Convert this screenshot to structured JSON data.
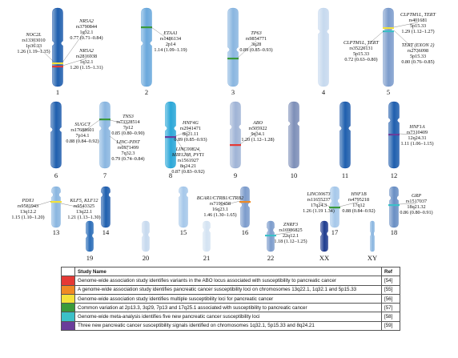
{
  "chromosomes": [
    {
      "num": "1",
      "color": "#1f5fae"
    },
    {
      "num": "2",
      "color": "#6aa8dc"
    },
    {
      "num": "3",
      "color": "#8ab6e0"
    },
    {
      "num": "4",
      "color": "#c6d9ee"
    },
    {
      "num": "5",
      "color": "#7c9ccc"
    },
    {
      "num": "6",
      "color": "#1f5fae"
    },
    {
      "num": "7",
      "color": "#8ab6e0"
    },
    {
      "num": "8",
      "color": "#2aa7d8"
    },
    {
      "num": "9",
      "color": "#a0b4d6"
    },
    {
      "num": "10",
      "color": "#7d8fb8"
    },
    {
      "num": "11",
      "color": "#1f5fae"
    },
    {
      "num": "12",
      "color": "#1f5fae"
    },
    {
      "num": "13",
      "color": "#8ab6e0"
    },
    {
      "num": "14",
      "color": "#1f5fae"
    },
    {
      "num": "15",
      "color": "#a6c8ea"
    },
    {
      "num": "16",
      "color": "#7c9ccc"
    },
    {
      "num": "17",
      "color": "#a6c8ea"
    },
    {
      "num": "18",
      "color": "#6a8fc4"
    },
    {
      "num": "19",
      "color": "#2b6db8"
    },
    {
      "num": "20",
      "color": "#c6d9ee"
    },
    {
      "num": "21",
      "color": "#d4e3f2"
    },
    {
      "num": "22",
      "color": "#7c9ccc"
    },
    {
      "num": "XX",
      "color": "#1f3c8f"
    },
    {
      "num": "XY",
      "color": "#8ab6e0"
    }
  ],
  "annotations": [
    {
      "id": "a1",
      "lines": [
        "NOC2L",
        "rs13303010",
        "1p36.33",
        "1.26 (1.19–1.35)"
      ]
    },
    {
      "id": "a2",
      "lines": [
        "NR5A2",
        "rs3790844",
        "1q32.1",
        "0.77 (0.71–0.84)"
      ]
    },
    {
      "id": "a3",
      "lines": [
        "NR5A2",
        "rs2816938",
        "1q32.1",
        "1.20 (1.15–1.31)"
      ]
    },
    {
      "id": "a4",
      "lines": [
        "ETAA1",
        "rs1486134",
        "2p14",
        "1.14 (1.09–1.19)"
      ]
    },
    {
      "id": "a5",
      "lines": [
        "TP63",
        "rs9854771",
        "3q28",
        "0.89 (0.85–0.93)"
      ]
    },
    {
      "id": "a6",
      "lines": [
        "CLPTM1L, TERT",
        "rs401681",
        "5p15.33",
        "1.29 (1.12–1.27)"
      ]
    },
    {
      "id": "a7",
      "lines": [
        "CLPTM1L, TERT",
        "rs35226131",
        "5p15.33",
        "0.72 (0.63–0.80)"
      ]
    },
    {
      "id": "a8",
      "lines": [
        "TERT (EXON 2)",
        "rs2736098",
        "5p15.33",
        "0.80 (0.76–0.85)"
      ]
    },
    {
      "id": "a9",
      "lines": [
        "SUGCT",
        "rs17688601",
        "7p14.1",
        "0.88 (0.84–0.92)"
      ]
    },
    {
      "id": "a10",
      "lines": [
        "TNS3",
        "rs73328514",
        "7p12",
        "0.85 (0.80–0.90)"
      ]
    },
    {
      "id": "a11",
      "lines": [
        "LINC-PINT",
        "rs6971499",
        "7q32.3",
        "0.79 (0.74–0.84)"
      ]
    },
    {
      "id": "a12",
      "lines": [
        "HNF4G",
        "rs2941471",
        "8q21.11",
        "0.89 (0.85–0.93)"
      ]
    },
    {
      "id": "a13",
      "lines": [
        "LINC00824,",
        "MIR1208, PVT1",
        "rs1561927",
        "8q24.21",
        "0.87 (0.83–0.92)"
      ]
    },
    {
      "id": "a14",
      "lines": [
        "ABO",
        "rs505922",
        "9q34.1",
        "1.20 (1.12–1.28)"
      ]
    },
    {
      "id": "a15",
      "lines": [
        "HNF1A",
        "rs7310409",
        "12q24.31",
        "1.11 (1.06–1.15)"
      ]
    },
    {
      "id": "a16",
      "lines": [
        "PDX1",
        "rs9581943",
        "13q12.2",
        "1.15 (1.10–1.20)"
      ]
    },
    {
      "id": "a17",
      "lines": [
        "KLF5, KLF12",
        "rs9543325",
        "13q22.1",
        "1.21 (1.13–1.30)"
      ]
    },
    {
      "id": "a18",
      "lines": [
        "BCAR1/CTRB1/CTRB2",
        "rs7190458",
        "16q23.1",
        "1.46 (1.30–1.65)"
      ]
    },
    {
      "id": "a19",
      "lines": [
        "LINC00673",
        "rs11655237",
        "17q24.3",
        "1.26 (1.19 1.34)"
      ]
    },
    {
      "id": "a20",
      "lines": [
        "HNF1B",
        "rs4795218",
        "17q12",
        "0.88 (0.84–0.92)"
      ]
    },
    {
      "id": "a21",
      "lines": [
        "GRP",
        "rs1517037",
        "18q21.32",
        "0.86 (0.80–0.91)"
      ]
    },
    {
      "id": "a22",
      "lines": [
        "ZNRF3",
        "rs16986825",
        "22q12.1",
        "1.18 (1.12–1.25)"
      ]
    }
  ],
  "legend": {
    "header_study": "Study Name",
    "header_ref": "Ref",
    "rows": [
      {
        "color": "#e53935",
        "name": "Genome-wide association study identifies variants in the ABO locus associated with susceptibility to pancreatic cancer",
        "ref": "[54]"
      },
      {
        "color": "#f08a24",
        "name": "A genome-wide association study identifies pancreatic cancer susceptibility loci on chromosomes 13q22.1, 1q32.1 and 5p15.33",
        "ref": "[55]"
      },
      {
        "color": "#f4e23a",
        "name": "Genome-wide association study identifies multiple susceptibility loci for pancreatic cancer",
        "ref": "[56]"
      },
      {
        "color": "#3a9a3a",
        "name": "Common variation at 2p13.3, 3q29, 7p13 and 17q25.1 associated with susceptibility to pancreatic cancer",
        "ref": "[57]"
      },
      {
        "color": "#3cc0c8",
        "name": "Genome-wide meta-analysis identifies five new pancreatic cancer susceptibility loci",
        "ref": "[58]"
      },
      {
        "color": "#6a3d9a",
        "name": "Three new pancreatic cancer susceptibility signals identified on chromosomes 1q32.1, 5p15.33 and 8q24.21",
        "ref": "[59]"
      }
    ]
  }
}
